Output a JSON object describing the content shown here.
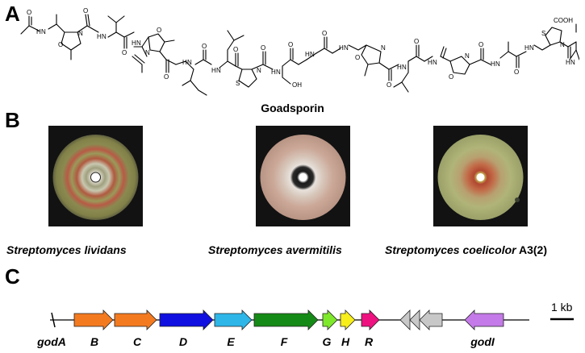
{
  "panels": {
    "a": "A",
    "b": "B",
    "c": "C"
  },
  "structure": {
    "compound_name": "Goadsporin",
    "atom_labels": {
      "nh_1": "H",
      "n_1": "N",
      "o_oxazole1": "O",
      "n_oxazole1": "N",
      "o_1": "O",
      "nh_2": "H",
      "n_2": "N",
      "o_2": "O",
      "o_3": "O",
      "nh_3": "H",
      "n_3": "N",
      "o_oxazole2": "O",
      "n_oxazole2": "N",
      "o_4": "O",
      "nh_4": "H",
      "n_4": "N",
      "o_5": "O",
      "nh_5": "H",
      "n_5": "N",
      "s_thiazole1": "S",
      "n_thiazole1": "N",
      "o_6": "O",
      "nh_6": "H",
      "n_6": "N",
      "o_7": "O",
      "oh": "OH",
      "nh_7": "H",
      "n_7": "N",
      "o_8": "O",
      "nh_8": "H",
      "n_8": "N",
      "o_oxazole3": "O",
      "n_oxazole3": "N",
      "o_9": "O",
      "nh_9": "H",
      "n_9": "N",
      "o_10": "O",
      "nh_10": "H",
      "n_10": "N",
      "o_oxazole4": "O",
      "n_oxazole4": "N",
      "o_11": "O",
      "nh_11": "H",
      "n_11": "N",
      "o_12": "O",
      "nh_12": "H",
      "n_12": "N",
      "s_thiazole2": "S",
      "n_thiazole2": "N",
      "o_13": "O",
      "nh_13": "H",
      "n_13": "N",
      "cooh": "COOH"
    }
  },
  "plates": [
    {
      "species_italic": "Streptomyces lividans",
      "species_suffix": ""
    },
    {
      "species_italic": "Streptomyces avermitilis",
      "species_suffix": ""
    },
    {
      "species_italic": "Streptomyces coelicolor",
      "species_suffix": " A3(2)"
    }
  ],
  "gene_cluster": {
    "genes": [
      {
        "label": "godA",
        "color": "#000000"
      },
      {
        "label": "B",
        "color": "#f47a20"
      },
      {
        "label": "C",
        "color": "#f47a20"
      },
      {
        "label": "D",
        "color": "#1010e0"
      },
      {
        "label": "E",
        "color": "#2eb6e8"
      },
      {
        "label": "F",
        "color": "#168a16"
      },
      {
        "label": "G",
        "color": "#7ee82a"
      },
      {
        "label": "H",
        "color": "#f7ee1a"
      },
      {
        "label": "R",
        "color": "#ee1280"
      },
      {
        "label": "",
        "color": "#c8c8c8"
      },
      {
        "label": "",
        "color": "#c8c8c8"
      },
      {
        "label": "",
        "color": "#c8c8c8"
      },
      {
        "label": "godI",
        "color": "#c47ae8"
      }
    ],
    "scale_label": "1 kb"
  }
}
